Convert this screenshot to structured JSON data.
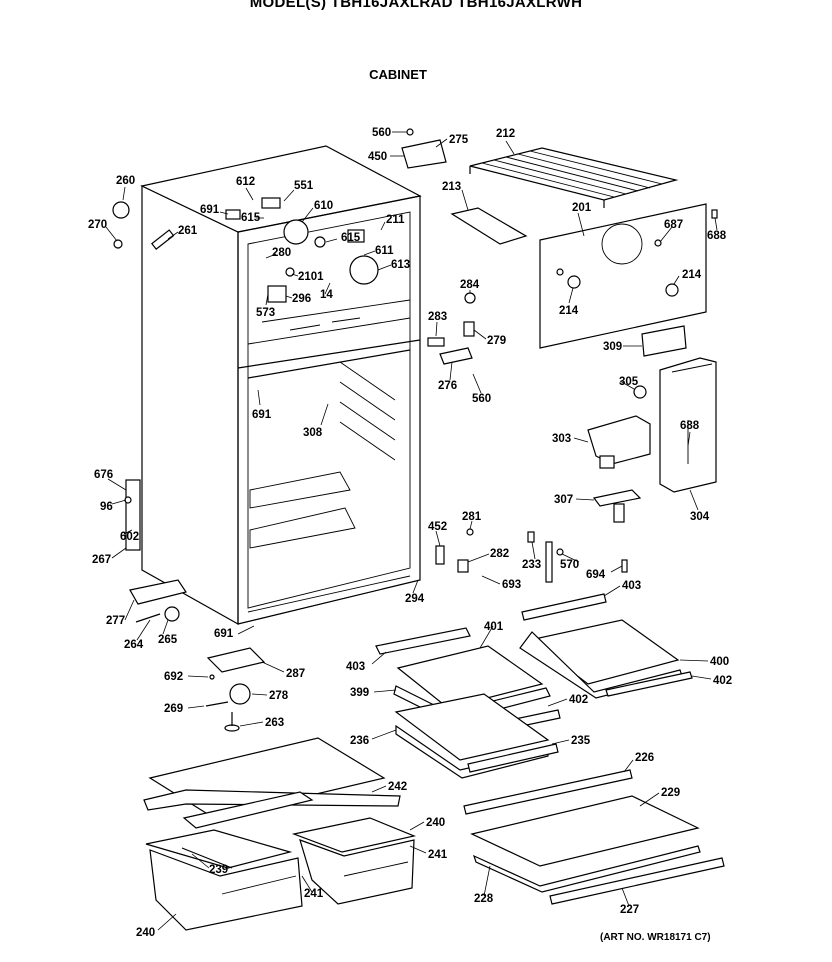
{
  "header": {
    "model_line": "MODEL(S) TBH16JAXLRAD  TBH16JAXLRWH",
    "section_title": "CABINET"
  },
  "footer": {
    "art_number": "(ART NO. WR18171 C7)"
  },
  "callouts": {
    "c560a": "560",
    "c275": "275",
    "c450": "450",
    "c212": "212",
    "c260": "260",
    "c270": "270",
    "c612": "612",
    "c551": "551",
    "c691a": "691",
    "c615a": "615",
    "c610": "610",
    "c261": "261",
    "c211": "211",
    "c615b": "615",
    "c611": "611",
    "c280": "280",
    "c613": "613",
    "c2101": "2101",
    "c296": "296",
    "c14": "14",
    "c573": "573",
    "c213": "213",
    "c201": "201",
    "c687": "687",
    "c688a": "688",
    "c214a": "214",
    "c214b": "214",
    "c284": "284",
    "c283": "283",
    "c279": "279",
    "c276": "276",
    "c560b": "560",
    "c309": "309",
    "c305": "305",
    "c691b": "691",
    "c308": "308",
    "c303": "303",
    "c688b": "688",
    "c307": "307",
    "c304": "304",
    "c676": "676",
    "c96": "96",
    "c602": "602",
    "c267": "267",
    "c452": "452",
    "c281": "281",
    "c282": "282",
    "c233": "233",
    "c570": "570",
    "c694": "694",
    "c693": "693",
    "c294": "294",
    "c403a": "403",
    "c277": "277",
    "c691c": "691",
    "c264": "264",
    "c265": "265",
    "c401": "401",
    "c403b": "403",
    "c400": "400",
    "c402a": "402",
    "c692": "692",
    "c287": "287",
    "c399": "399",
    "c402b": "402",
    "c269": "269",
    "c278": "278",
    "c263": "263",
    "c236": "236",
    "c235": "235",
    "c226": "226",
    "c242": "242",
    "c229": "229",
    "c240a": "240",
    "c239": "239",
    "c241a": "241",
    "c241b": "241",
    "c228": "228",
    "c227": "227",
    "c240b": "240"
  }
}
